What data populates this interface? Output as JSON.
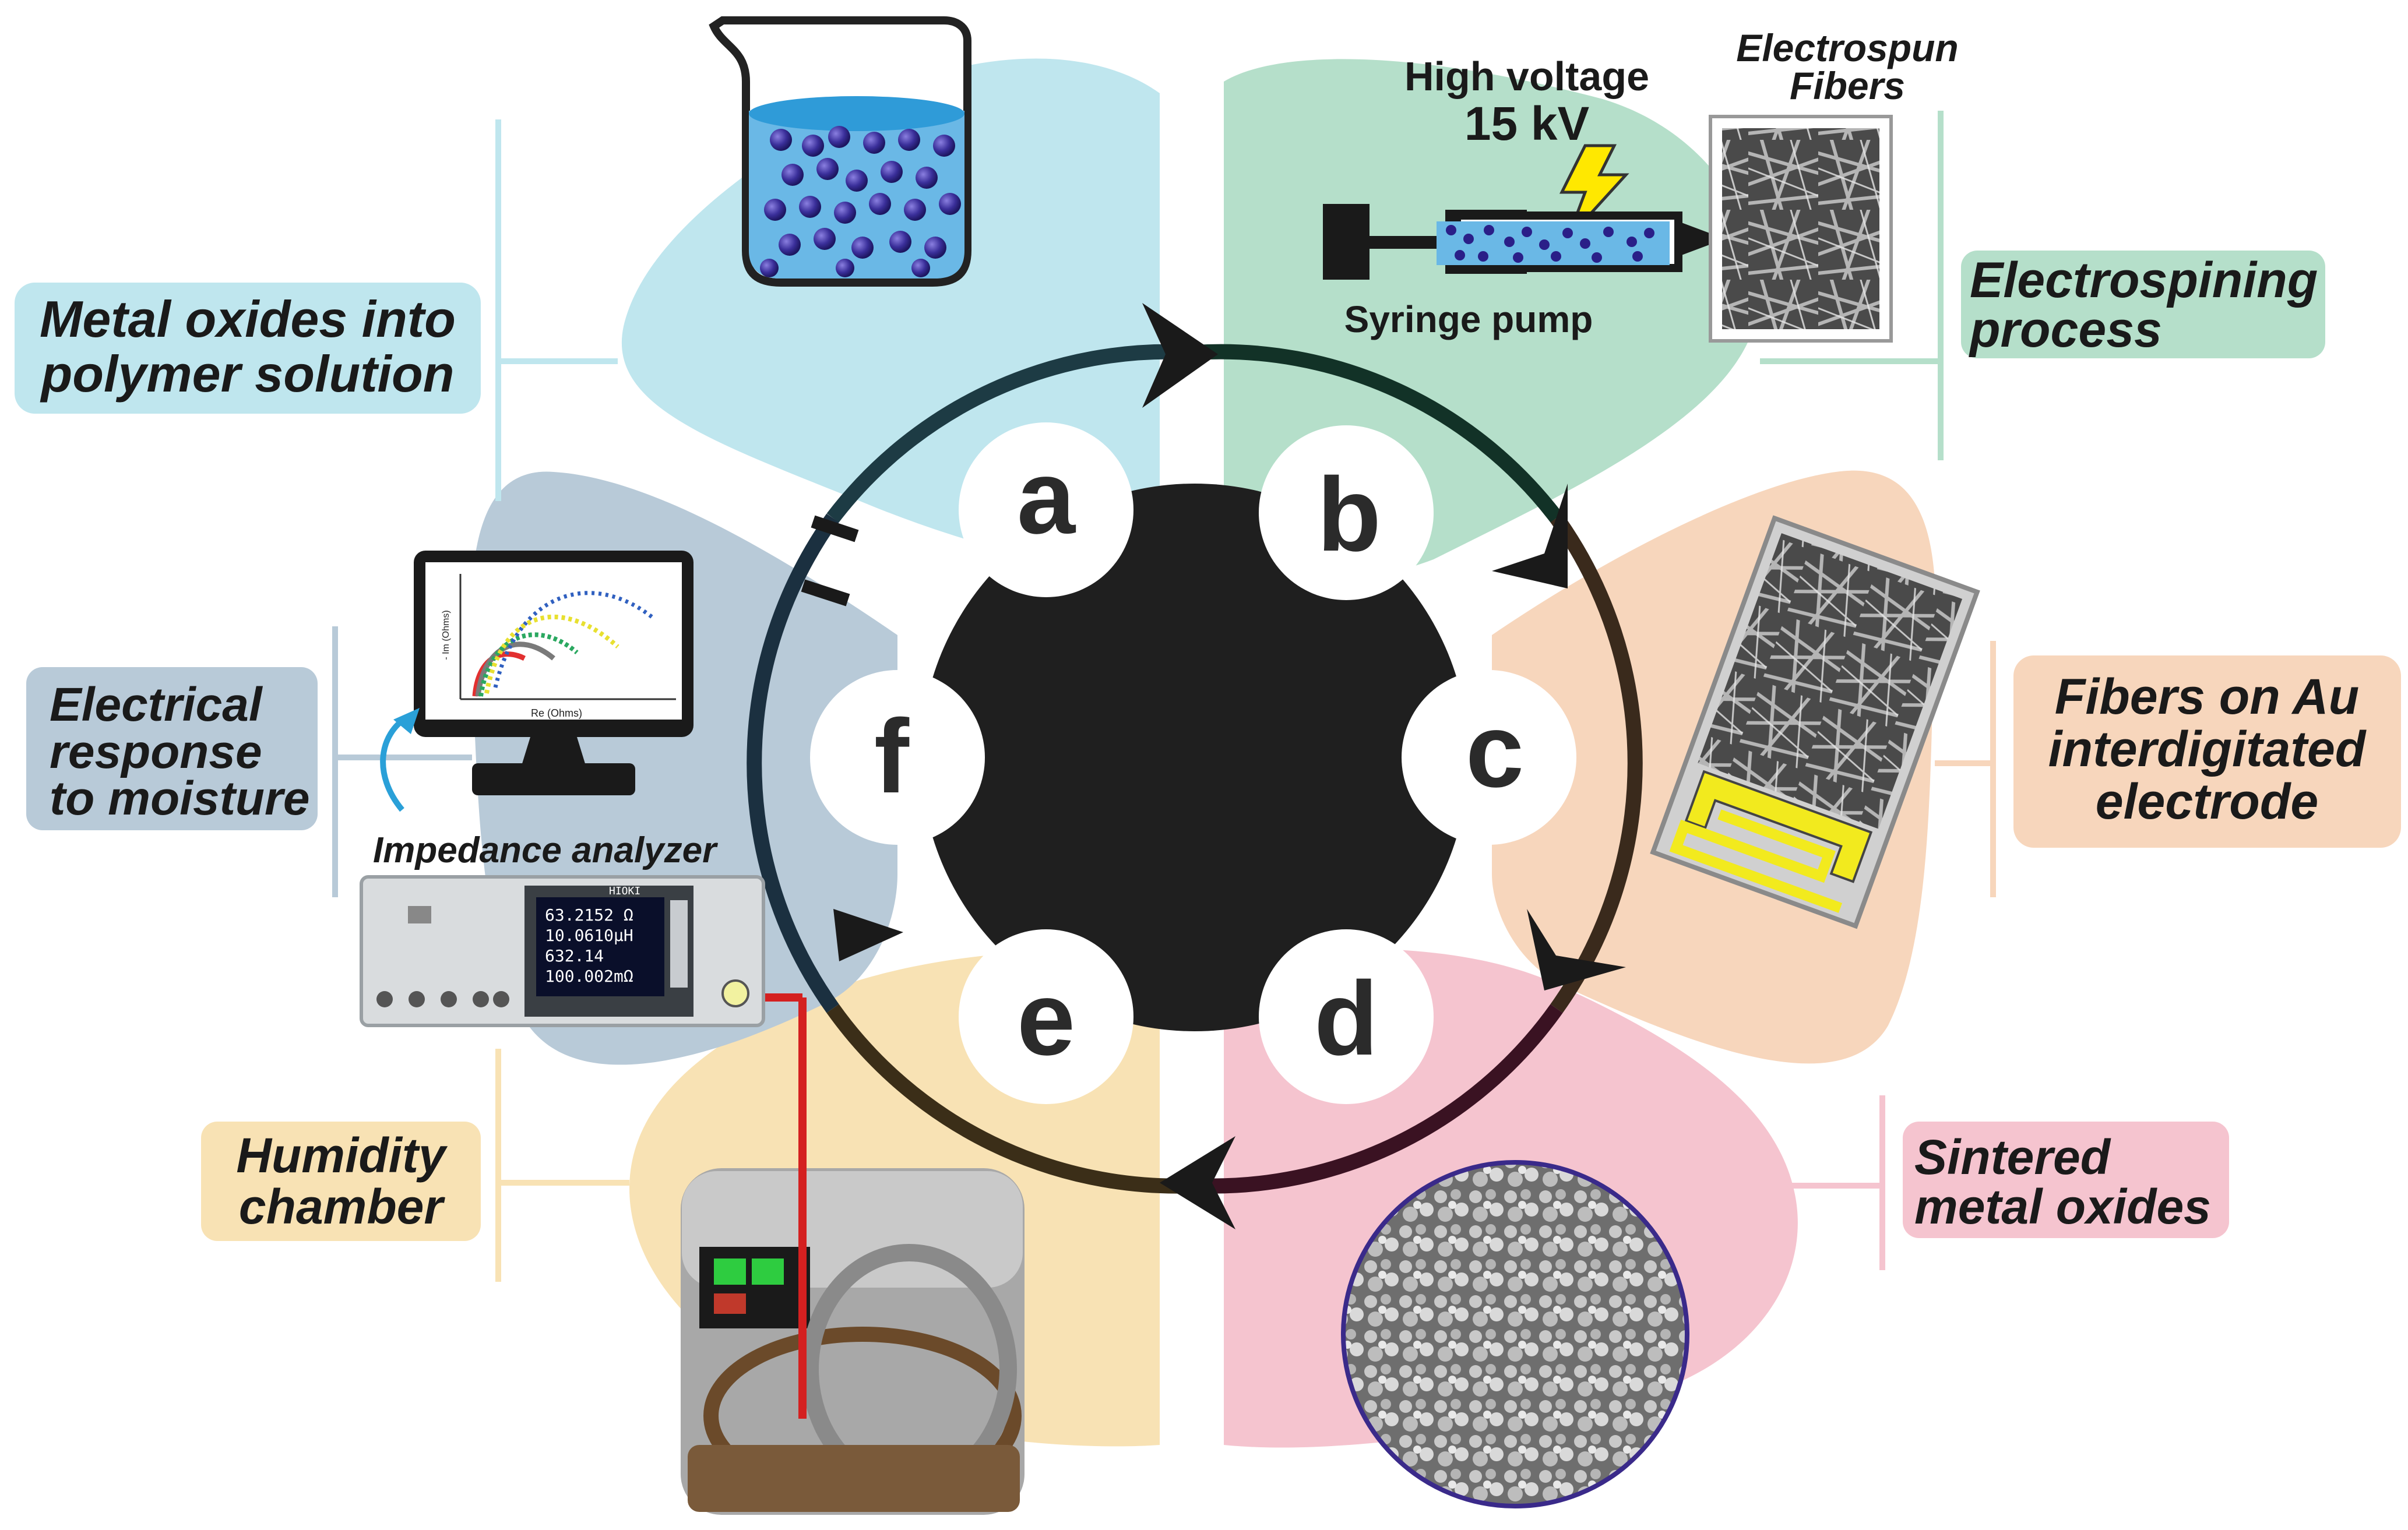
{
  "steps": {
    "a": "a",
    "b": "b",
    "c": "c",
    "d": "d",
    "e": "e",
    "f": "f"
  },
  "labels": {
    "metal_oxides": [
      "Metal oxides into",
      "polymer solution"
    ],
    "electrospinning": [
      "Electrospining",
      "process"
    ],
    "fibers_au": [
      "Fibers on Au",
      "interdigitated",
      "electrode"
    ],
    "sintered": [
      "Sintered",
      "metal oxides"
    ],
    "humidity": [
      "Humidity",
      "chamber"
    ],
    "electrical": [
      "Electrical",
      "response",
      "to moisture"
    ]
  },
  "electrospinning_parts": {
    "high_voltage": "High voltage",
    "kv": "15 kV",
    "syringe_pump": "Syringe pump",
    "electrospun_fibers": [
      "Electrospun",
      "Fibers"
    ]
  },
  "impedance": {
    "title": "Impedance analyzer",
    "brand": "HIOKI",
    "screen_lines": [
      "63.2152 Ω",
      "10.0610μH",
      "632.14",
      "100.002mΩ"
    ]
  },
  "plot": {
    "ylabel": "- Im (Ohms)",
    "xlabel": "Re (Ohms)"
  },
  "colors": {
    "blue_petal": "#bfe6ee",
    "green_petal": "#b5dfca",
    "peach_petal": "#f7d6bc",
    "pink_petal": "#f5c4cf",
    "yellow_petal": "#f8e2b4",
    "slate_petal": "#b8cad8",
    "hub": "#1f1f1f",
    "ring_dark": "#1d3b44"
  }
}
